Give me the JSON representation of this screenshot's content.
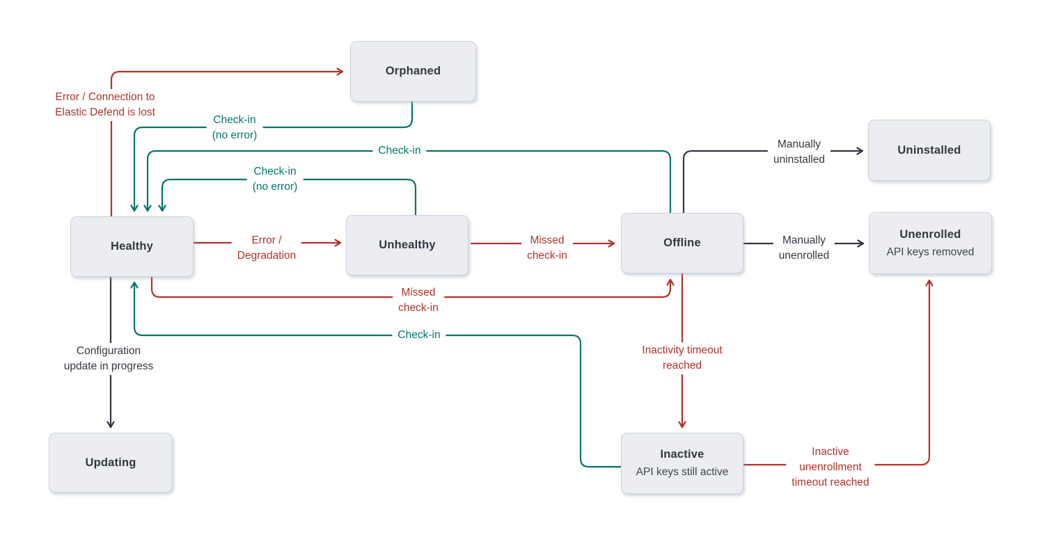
{
  "diagram": {
    "title": "Elastic Agent status state diagram",
    "colors": {
      "error_red": "#B5312A",
      "success_teal": "#00756B",
      "neutral_dark": "#343741",
      "node_fill": "#ECEDF0",
      "node_border": "#CBD3E0",
      "background": "#FFFFFF"
    },
    "nodes": {
      "orphaned": {
        "label": "Orphaned"
      },
      "healthy": {
        "label": "Healthy"
      },
      "unhealthy": {
        "label": "Unhealthy"
      },
      "offline": {
        "label": "Offline"
      },
      "uninstalled": {
        "label": "Uninstalled"
      },
      "unenrolled": {
        "label": "Unenrolled",
        "sublabel": "API keys removed"
      },
      "updating": {
        "label": "Updating"
      },
      "inactive": {
        "label": "Inactive",
        "sublabel": "API keys still active"
      }
    },
    "edges": {
      "healthy_to_orphaned": {
        "from": "Healthy",
        "to": "Orphaned",
        "color": "#B5312A",
        "label": "Error / Connection to\nElastic Defend is lost"
      },
      "orphaned_to_healthy": {
        "from": "Orphaned",
        "to": "Healthy",
        "color": "#00756B",
        "label": "Check-in\n(no error)"
      },
      "offline_to_healthy": {
        "from": "Offline",
        "to": "Healthy",
        "color": "#00756B",
        "label": "Check-in"
      },
      "unhealthy_to_healthy": {
        "from": "Unhealthy",
        "to": "Healthy",
        "color": "#00756B",
        "label": "Check-in\n(no error)"
      },
      "healthy_to_unhealthy": {
        "from": "Healthy",
        "to": "Unhealthy",
        "color": "#B5312A",
        "label": "Error /\nDegradation"
      },
      "unhealthy_to_offline": {
        "from": "Unhealthy",
        "to": "Offline",
        "color": "#B5312A",
        "label": "Missed\ncheck-in"
      },
      "healthy_to_offline": {
        "from": "Healthy",
        "to": "Offline",
        "color": "#B5312A",
        "label": "Missed\ncheck-in"
      },
      "inactive_to_healthy": {
        "from": "Inactive",
        "to": "Healthy",
        "color": "#00756B",
        "label": "Check-in"
      },
      "healthy_to_updating": {
        "from": "Healthy",
        "to": "Updating",
        "color": "#343741",
        "label": "Configuration\nupdate in progress"
      },
      "offline_to_uninstalled": {
        "from": "Offline",
        "to": "Uninstalled",
        "color": "#343741",
        "label": "Manually\nuninstalled"
      },
      "offline_to_unenrolled": {
        "from": "Offline",
        "to": "Unenrolled",
        "color": "#343741",
        "label": "Manually\nunenrolled"
      },
      "offline_to_inactive": {
        "from": "Offline",
        "to": "Inactive",
        "color": "#B5312A",
        "label": "Inactivity timeout\nreached"
      },
      "inactive_to_unenrolled": {
        "from": "Inactive",
        "to": "Unenrolled",
        "color": "#B5312A",
        "label": "Inactive\nunenrollment\ntimeout reached"
      }
    }
  }
}
